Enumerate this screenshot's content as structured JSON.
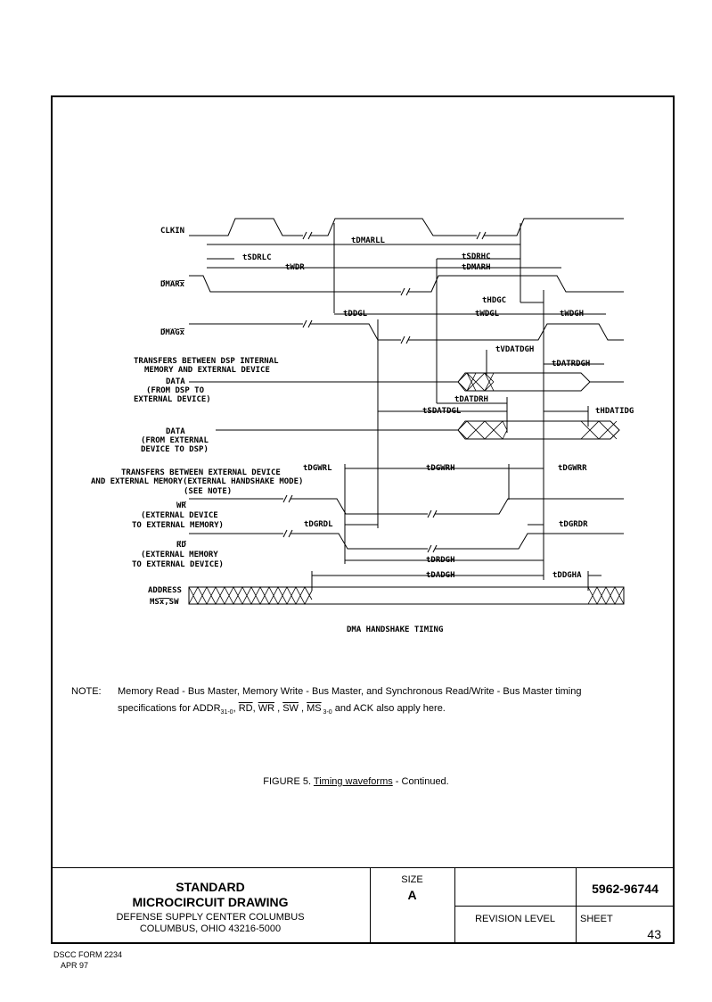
{
  "diagram": {
    "title": "DMA HANDSHAKE TIMING",
    "signals": {
      "clkin": "CLKIN",
      "dmar": "DMARx",
      "dmag": "DMAGx",
      "section1": [
        "TRANSFERS BETWEEN DSP INTERNAL",
        "MEMORY AND EXTERNAL DEVICE"
      ],
      "data1": [
        "DATA",
        "(FROM DSP TO",
        "EXTERNAL DEVICE)"
      ],
      "data2": [
        "DATA",
        "(FROM EXTERNAL",
        "DEVICE TO DSP)"
      ],
      "section2": [
        "TRANSFERS BETWEEN EXTERNAL DEVICE",
        "AND EXTERNAL MEMORY(EXTERNAL HANDSHAKE MODE)",
        "(SEE NOTE)"
      ],
      "wr": [
        "WR",
        "(EXTERNAL DEVICE",
        "TO EXTERNAL MEMORY)"
      ],
      "rd": [
        "RD",
        "(EXTERNAL MEMORY",
        "TO EXTERNAL DEVICE)"
      ],
      "address": [
        "ADDRESS",
        "MSx,SW"
      ]
    },
    "timings": {
      "dmarll": "DMARLL",
      "sdrlc": "SDRLC",
      "wdr": "WDR",
      "sdrhc": "SDRHC",
      "dmarh": "DMARH",
      "hdgc": "HDGC",
      "ddgl": "DDGL",
      "wdgl": "WDGL",
      "wdgh": "WDGH",
      "vdatdgh": "VDATDGH",
      "datrdgh": "DATRDGH",
      "datdrh": "DATDRH",
      "sdatdgl": "SDATDGL",
      "hdatidg": "HDATIDG",
      "dgwrl": "DGWRL",
      "dgwrh": "DGWRH",
      "dgwrr": "DGWRR",
      "dgrdl": "DGRDL",
      "dgrdr": "DGRDR",
      "drdgh": "DRDGH",
      "dadgh": "DADGH",
      "ddgha": "DDGHA"
    }
  },
  "note": {
    "label": "NOTE:",
    "line1": "Memory Read - Bus Master, Memory Write - Bus Master, and Synchronous Read/Write - Bus Master timing",
    "line2_prefix": "specifications for ADDR",
    "addr_sub": "31-0",
    "rd": "RD",
    "wr": "WR",
    "sw": "SW",
    "ms": "MS",
    "ms_sub": " 3-0",
    "line2_suffix": " and ACK also apply here."
  },
  "caption": {
    "prefix": "FIGURE 5.  ",
    "link": "Timing waveforms",
    "suffix": " - Continued."
  },
  "title_block": {
    "standard": "STANDARD",
    "drawing": "MICROCIRCUIT DRAWING",
    "agency": "DEFENSE SUPPLY CENTER COLUMBUS",
    "address": "COLUMBUS, OHIO 43216-5000",
    "size_label": "SIZE",
    "size_value": "A",
    "drawing_number": "5962-96744",
    "revision_label": "REVISION LEVEL",
    "sheet_label": "SHEET",
    "sheet_number": "43"
  },
  "footer": {
    "form": "DSCC FORM 2234",
    "date": "APR 97"
  }
}
